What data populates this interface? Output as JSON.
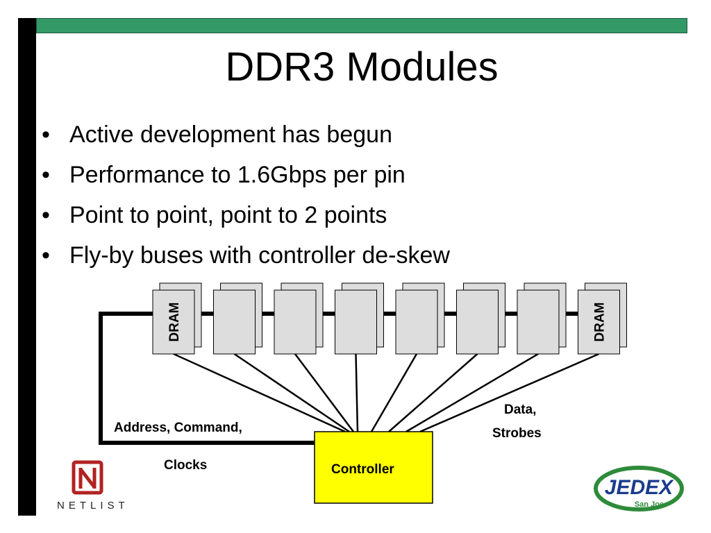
{
  "slide": {
    "title": "DDR3 Modules",
    "bullets": [
      "Active development has begun",
      "Performance to 1.6Gbps per pin",
      "Point to point, point to 2 points",
      "Fly-by buses with controller de-skew"
    ],
    "bullet_glyph": "•"
  },
  "diagram": {
    "dram_chip_count": 8,
    "dram_labels": [
      "DRAM",
      "",
      "",
      "",
      "",
      "",
      "",
      "DRAM"
    ],
    "controller_label": "Controller",
    "address_label_line1": "Address, Command,",
    "address_label_line2": "Clocks",
    "data_label_line1": "Data,",
    "data_label_line2": "Strobes"
  },
  "logos": {
    "netlist_text": "NETLIST",
    "jedex_text": "JEDEX",
    "jedex_sub": "San Jose"
  },
  "colors": {
    "top_bar": "#339966",
    "controller_fill": "#ffff00",
    "chip_fill": "#dddddd",
    "netlist_logo": "#b22222",
    "jedex_green": "#2e8b3a",
    "jedex_blue": "#1a3c8c"
  }
}
